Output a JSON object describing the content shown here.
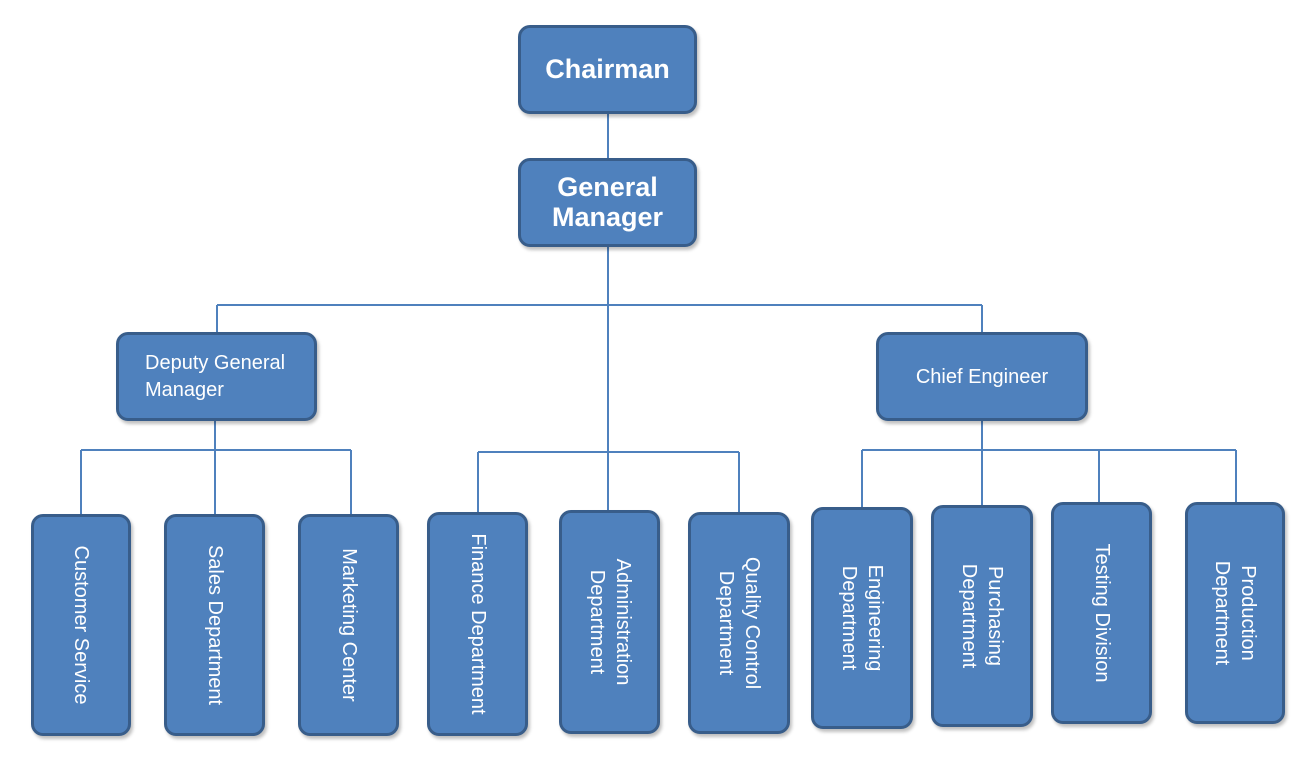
{
  "colors": {
    "box_fill": "#4f81bd",
    "box_border": "#385d8a",
    "connector": "#4f81bd",
    "text": "#ffffff"
  },
  "nodes": {
    "chairman": "Chairman",
    "general_manager": "General Manager",
    "deputy_general_manager": "Deputy General Manager",
    "chief_engineer": "Chief Engineer",
    "customer_service": "Customer Service",
    "sales_department": "Sales Department",
    "marketing_center": "Marketing Center",
    "finance_department": "Finance Department",
    "administration_department": "Administration Department",
    "quality_control_department": "Quality Control Department",
    "engineering_department": "Engineering Department",
    "purchasing_department": "Purchasing Department",
    "testing_division": "Testing Division",
    "production_department": "Production Department"
  }
}
